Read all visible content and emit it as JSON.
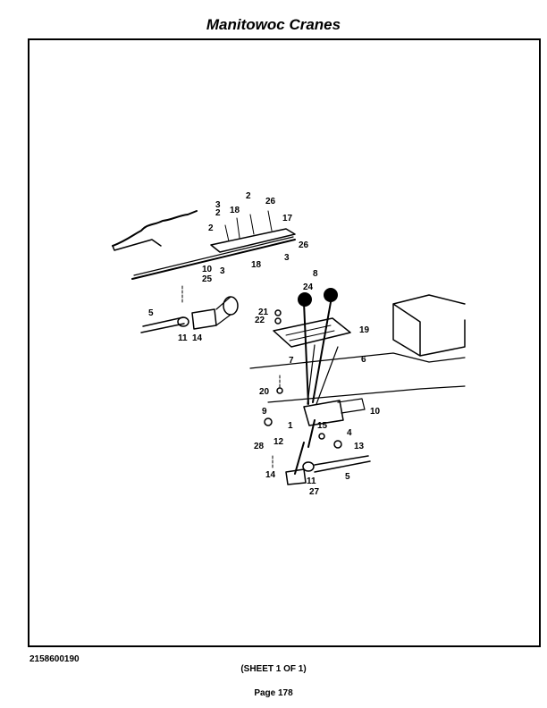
{
  "header": {
    "title": "Manitowoc Cranes"
  },
  "footer": {
    "part_number": "2158600190",
    "sheet": "(SHEET 1 OF 1)",
    "page": "Page 178"
  },
  "diagram": {
    "callouts": [
      "3",
      "2",
      "2",
      "18",
      "2",
      "26",
      "17",
      "26",
      "18",
      "3",
      "10",
      "25",
      "3",
      "8",
      "24",
      "21",
      "22",
      "19",
      "5",
      "11",
      "14",
      "7",
      "6",
      "20",
      "10",
      "9",
      "1",
      "15",
      "4",
      "13",
      "28",
      "12",
      "14",
      "11",
      "5",
      "27"
    ]
  }
}
